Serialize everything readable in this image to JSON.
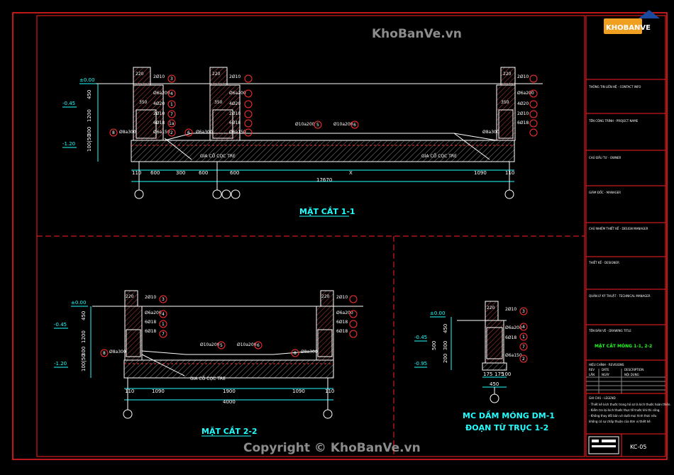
{
  "watermark": {
    "top": "KhoBanVe.vn",
    "bottom": "Copyright © KhoBanVe.vn",
    "logo": "KHOBANVE"
  },
  "section11": {
    "title": "MẶT CẮT 1-1",
    "elev_top": "±0.00",
    "elev_mid": "-0.45",
    "elev_bot": "-1.20",
    "vdims": [
      "450",
      "1200",
      "300",
      "100|50"
    ],
    "col_top": "220",
    "col_mid": "350",
    "col_right": "350",
    "rebar_labels": [
      "2Ø10",
      "Ø6a200",
      "4Ø20",
      "2Ø10",
      "6Ø18",
      "Ø6a150",
      "Ø10a200",
      "Ø10a200",
      "Ø8a300",
      "Ø6a300"
    ],
    "pile_note": "GIA CỐ CỌC TRE",
    "hdims": [
      "110",
      "600",
      "300",
      "600",
      "600",
      "X",
      "1090",
      "110"
    ],
    "total": "17670",
    "bubbles": [
      "3",
      "4",
      "1",
      "7",
      "1a",
      "2",
      "8",
      "6",
      "5",
      "6"
    ]
  },
  "section22": {
    "title": "MẶT CẮT 2-2",
    "elev_top": "±0.00",
    "elev_mid": "-0.45",
    "elev_bot": "-1.20",
    "vdims": [
      "450",
      "1200",
      "300",
      "100|50"
    ],
    "col_top": "220",
    "rebar_labels": [
      "2Ø10",
      "Ø6a200",
      "6Ø18",
      "6Ø18",
      "Ø10a200",
      "Ø10a200",
      "Ø8a300"
    ],
    "pile_note": "GIA CỐ CỌC TRE",
    "hdims": [
      "110",
      "1090",
      "1900",
      "1090",
      "110"
    ],
    "total": "4000",
    "bubbles": [
      "3",
      "4",
      "1",
      "7",
      "8",
      "5",
      "6",
      "8"
    ]
  },
  "detail": {
    "title1": "MC DẦM MÓNG DM-1",
    "title2": "ĐOẠN TỪ TRỤC 1-2",
    "elev_top": "±0.00",
    "elev_mid": "-0.45",
    "elev_bot": "-0.95",
    "vdims": [
      "450",
      "500",
      "300",
      "200"
    ],
    "col_top": "220",
    "rebar_labels": [
      "2Ø10",
      "Ø6a200",
      "6Ø18",
      "Ø6a150"
    ],
    "hdims": [
      "175",
      "175",
      "100"
    ],
    "total": "450",
    "bubbles": [
      "3",
      "4",
      "1",
      "7",
      "2"
    ]
  },
  "title_block": {
    "rows": [
      "THÔNG TIN LIÊN HỆ - CONTACT INFO",
      "TÊN CÔNG TRÌNH - PROJECT NAME",
      "CHỦ ĐẦU TƯ - OWNER",
      "GIÁM ĐỐC - MANAGER",
      "CHỦ NHIỆM THIẾT KẾ - DESIGN MANAGER",
      "THIẾT KẾ - DESIGNER",
      "QUẢN LÝ KỸ THUẬT - TECHNICAL MANAGER",
      "TÊN BẢN VẼ - DRAWING TITLE"
    ],
    "drawing_title": "MẶT CẮT MÓNG 1-1, 2-2",
    "rev_header": "HIỆU CHỈNH - REVISIONS",
    "rev_cols": [
      "REV",
      "DATE",
      "DESCRIPTION"
    ],
    "rev_row": [
      "LẦN",
      "NGÀY",
      "NỘI DUNG"
    ],
    "notes_header": "GHI CHÚ - LEGEND",
    "notes": [
      "- Thiết kế kích thước trong hồ sơ là kích thước hoàn thiện.",
      "- Kiểm tra lại kích thước thực tế trước khi thi công.",
      "- Không thay đổi bản vẽ dưới mọi hình thức nếu",
      "  không có sự chấp thuận của đơn vị thiết kế."
    ],
    "sheet_no": "KC-05"
  },
  "colors": {
    "frame": "#ff2020",
    "line": "#ffffff",
    "dim": "#22ffff",
    "title": "#22ffff",
    "rebar": "#ff3030",
    "bubble": "#ff3030",
    "hatch": "#b04040",
    "text_green": "#22ff22"
  }
}
